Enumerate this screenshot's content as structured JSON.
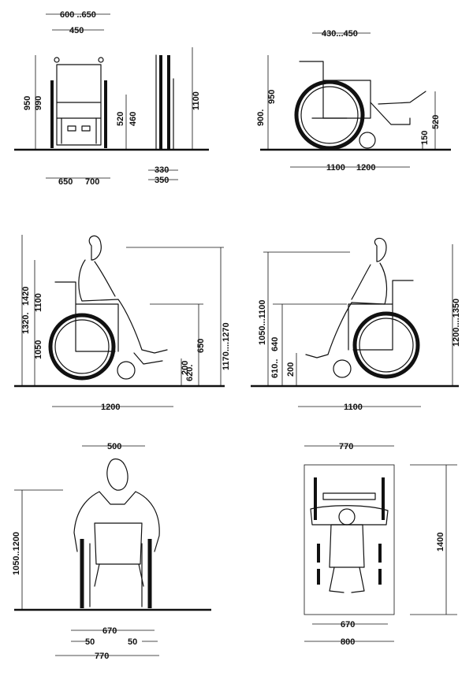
{
  "colors": {
    "ink": "#111111",
    "paper": "#ffffff"
  },
  "panels": {
    "front_side": {
      "width_outer": "600 ..650",
      "width_inner": "450",
      "height_a": "950",
      "height_b": "990",
      "seat_a": "520",
      "seat_b": "460",
      "side_height": "1100",
      "base_a": "650",
      "base_b": "700",
      "side_depth_a": "330",
      "side_depth_b": "350"
    },
    "side_chair": {
      "top_width": "430...450",
      "height_a": "900.",
      "height_b": "950",
      "footrest_a": "150",
      "footrest_b": "520",
      "length_a": "1100",
      "length_b": "1200"
    },
    "man_side": {
      "height_a": "1320.",
      "height_b": "1420",
      "eye_a": "1050",
      "eye_b": "1100",
      "reach_a": "620.",
      "reach_b": "650",
      "reach_height": "1170....1270",
      "foot": "200",
      "length": "1200"
    },
    "woman_side": {
      "eye": "1050...1100",
      "shoulder_a": "610..",
      "shoulder_b": "640",
      "foot": "200",
      "height": "1200....1350",
      "length": "1100"
    },
    "front_person": {
      "shoulder_width": "500",
      "eye_height": "1050..1200",
      "inner_width": "670",
      "margin_left": "50",
      "margin_right": "50",
      "outer_width": "770"
    },
    "top_view": {
      "width_top": "770",
      "length": "1400",
      "inner_width": "670",
      "outer_width": "800"
    }
  }
}
